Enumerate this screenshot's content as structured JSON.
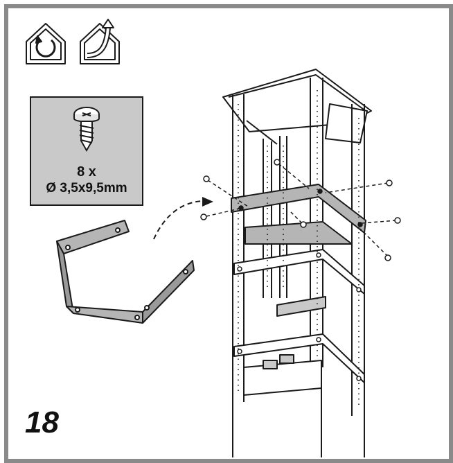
{
  "step": {
    "number": "18"
  },
  "screw": {
    "quantity": "8 x",
    "dimension": "Ø 3,5x9,5mm"
  },
  "icons": [
    "recirculation-mode-icon",
    "extraction-mode-icon"
  ],
  "colors": {
    "frame": "#8a8a8a",
    "bracket": "#b5b5b5",
    "panel": "#c9c9c9",
    "line": "#1a1a1a"
  }
}
